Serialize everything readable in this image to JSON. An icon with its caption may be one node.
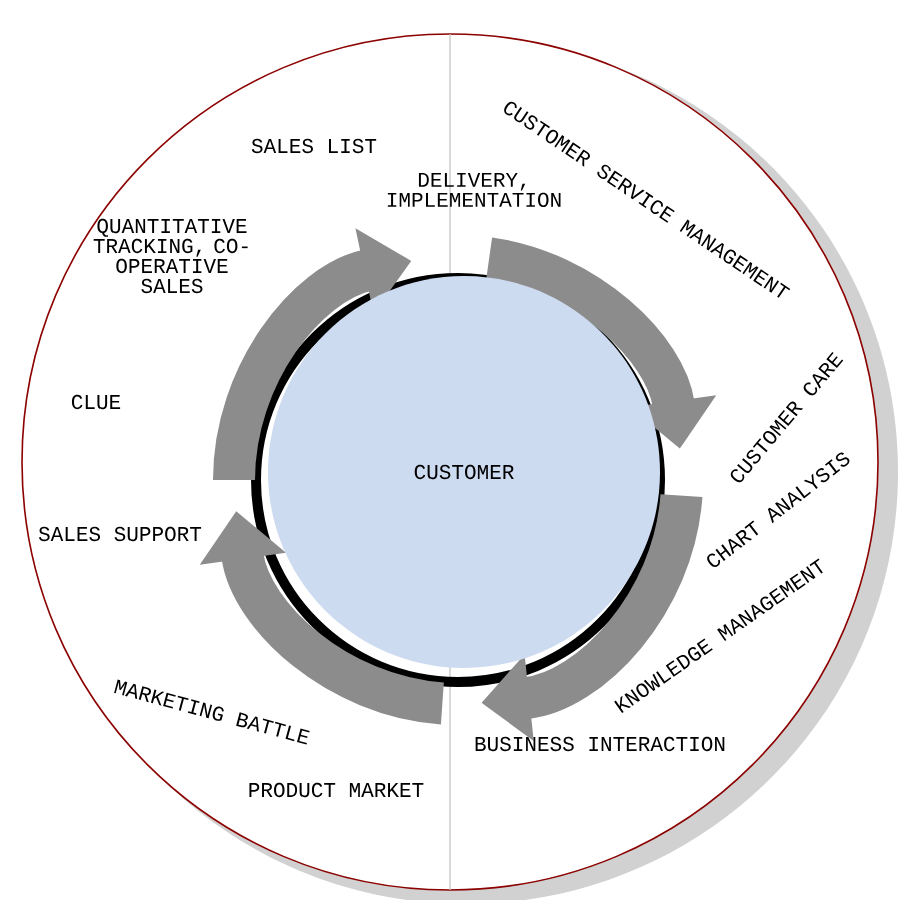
{
  "diagram": {
    "nodes": [
      {
        "text": [
          "CUSTOMER"
        ]
      }
    ],
    "labels": [
      "SALES LIST",
      "DELIVERY, IMPLEMENTATION",
      "CUSTOMER SERVICE MANAGEMENT",
      "QUANTITATIVE TRACKING, CO-OPERATIVE SALES",
      "CLUE",
      "CUSTOMER CARE",
      "SALES SUPPORT",
      "CHART ANALYSIS",
      "KNOWLEDGE MANAGEMENT",
      "MARKETING BATTLE",
      "BUSINESS INTERACTION",
      "PRODUCT MARKET"
    ]
  }
}
